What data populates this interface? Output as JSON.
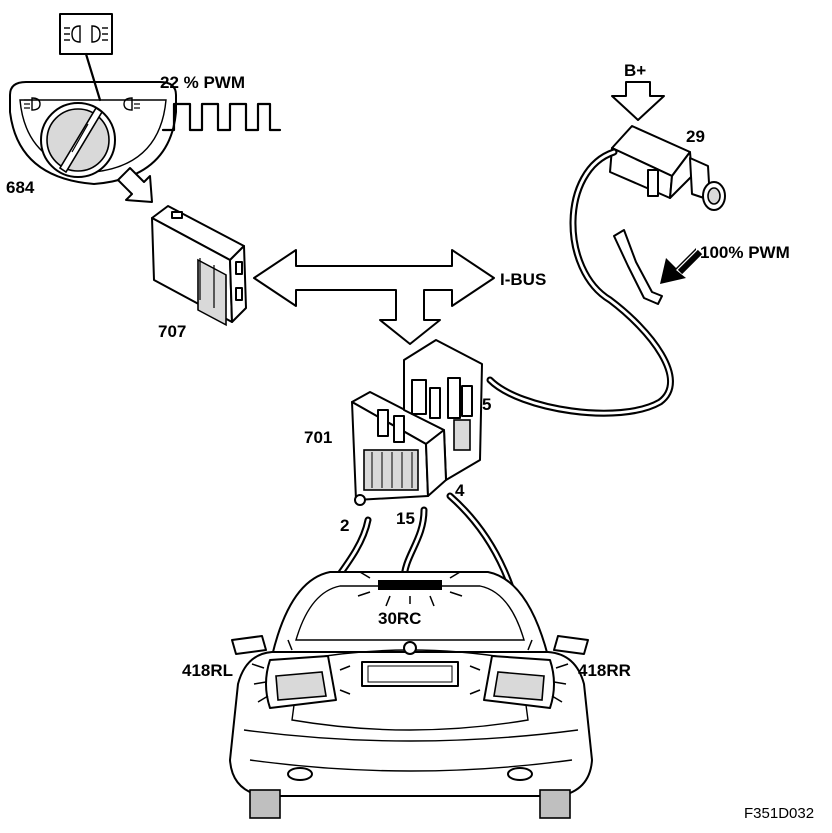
{
  "labels": {
    "switch": "684",
    "pwm_low": "22 % PWM",
    "module_a": "707",
    "bus": "I-BUS",
    "supply": "B+",
    "sensor": "29",
    "pwm_high": "100% PWM",
    "module_b": "701",
    "pin_2": "2",
    "pin_15": "15",
    "pin_4": "4",
    "pin_5": "5",
    "third_light": "30RC",
    "lamp_left": "418RL",
    "lamp_right": "418RR",
    "figure_id": "F351D032"
  },
  "icons": [
    "headlight-symbol-icon",
    "fog-light-icon",
    "rear-fog-icon",
    "pwm-waveform-icon",
    "bidirectional-arrow-icon",
    "down-arrow-icon"
  ]
}
